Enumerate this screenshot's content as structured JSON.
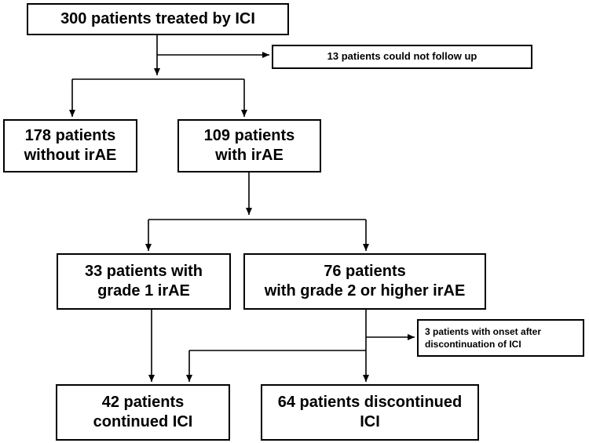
{
  "nodes": {
    "total": "300 patients treated by ICI",
    "lost_follow_up": "13 patients could not follow up",
    "without_irae": "178 patients\nwithout irAE",
    "with_irae": "109 patients\nwith irAE",
    "grade1": "33 patients with\ngrade 1 irAE",
    "grade2_higher": "76 patients\nwith grade 2 or higher irAE",
    "onset_after": "3 patients with onset after\ndiscontinuation of ICI",
    "continued": "42 patients\ncontinued ICI",
    "discontinued": "64 patients discontinued\nICI"
  }
}
